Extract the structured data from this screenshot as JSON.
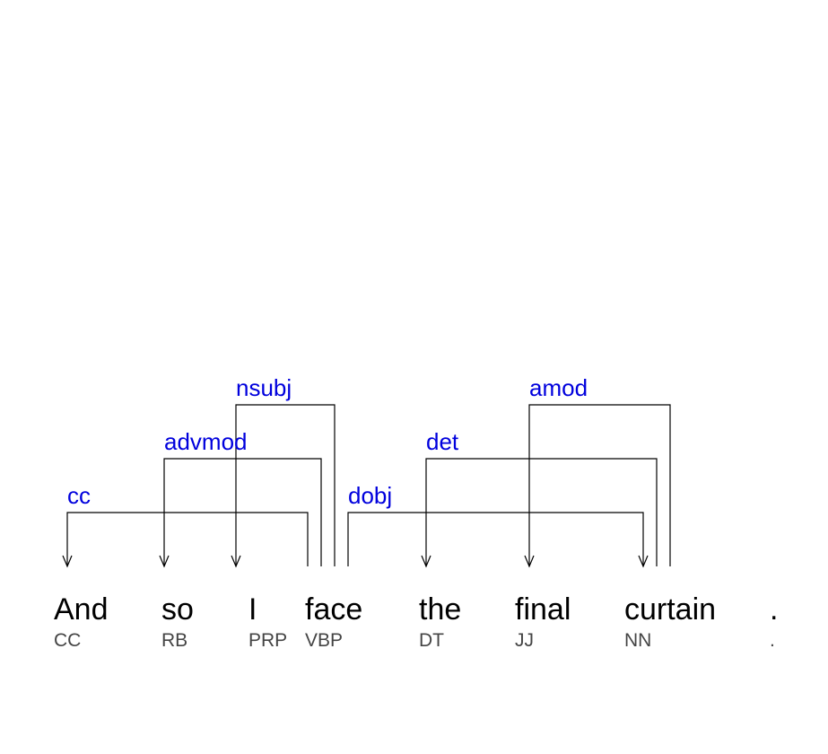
{
  "tokens": [
    {
      "word": "And",
      "tag": "CC"
    },
    {
      "word": "so",
      "tag": "RB"
    },
    {
      "word": "I",
      "tag": "PRP"
    },
    {
      "word": "face",
      "tag": "VBP"
    },
    {
      "word": "the",
      "tag": "DT"
    },
    {
      "word": "final",
      "tag": "JJ"
    },
    {
      "word": "curtain",
      "tag": "NN"
    },
    {
      "word": ".",
      "tag": "."
    }
  ],
  "arcs": [
    {
      "label": "cc",
      "head": 3,
      "dep": 0
    },
    {
      "label": "advmod",
      "head": 3,
      "dep": 1
    },
    {
      "label": "nsubj",
      "head": 3,
      "dep": 2
    },
    {
      "label": "dobj",
      "head": 3,
      "dep": 6
    },
    {
      "label": "det",
      "head": 6,
      "dep": 4
    },
    {
      "label": "amod",
      "head": 6,
      "dep": 5
    }
  ],
  "colors": {
    "label": "#0000dd",
    "word": "#000000",
    "tag": "#444444",
    "line": "#000000"
  }
}
